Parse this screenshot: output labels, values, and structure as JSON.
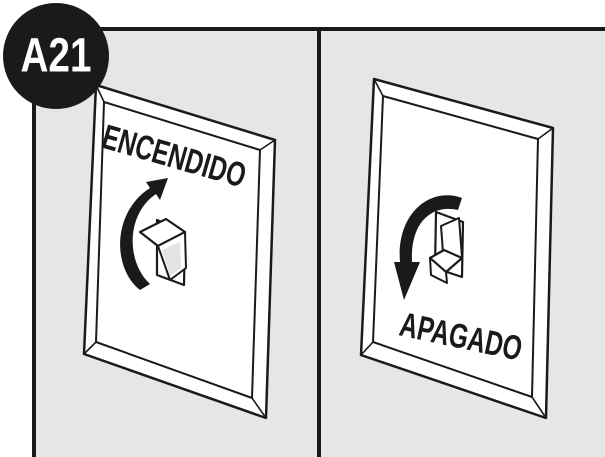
{
  "badge": {
    "label": "A21"
  },
  "panels": [
    {
      "state_label": "ENCENDIDO",
      "toggle_position": "up",
      "arrow_direction": "up"
    },
    {
      "state_label": "APAGADO",
      "toggle_position": "down",
      "arrow_direction": "down"
    }
  ],
  "colors": {
    "background": "#ffffff",
    "panel_fill": "#e6e6e6",
    "ink": "#1a1a1a",
    "badge_fill": "#1a1a1a",
    "badge_text": "#ffffff",
    "plate_fill": "#ffffff"
  }
}
